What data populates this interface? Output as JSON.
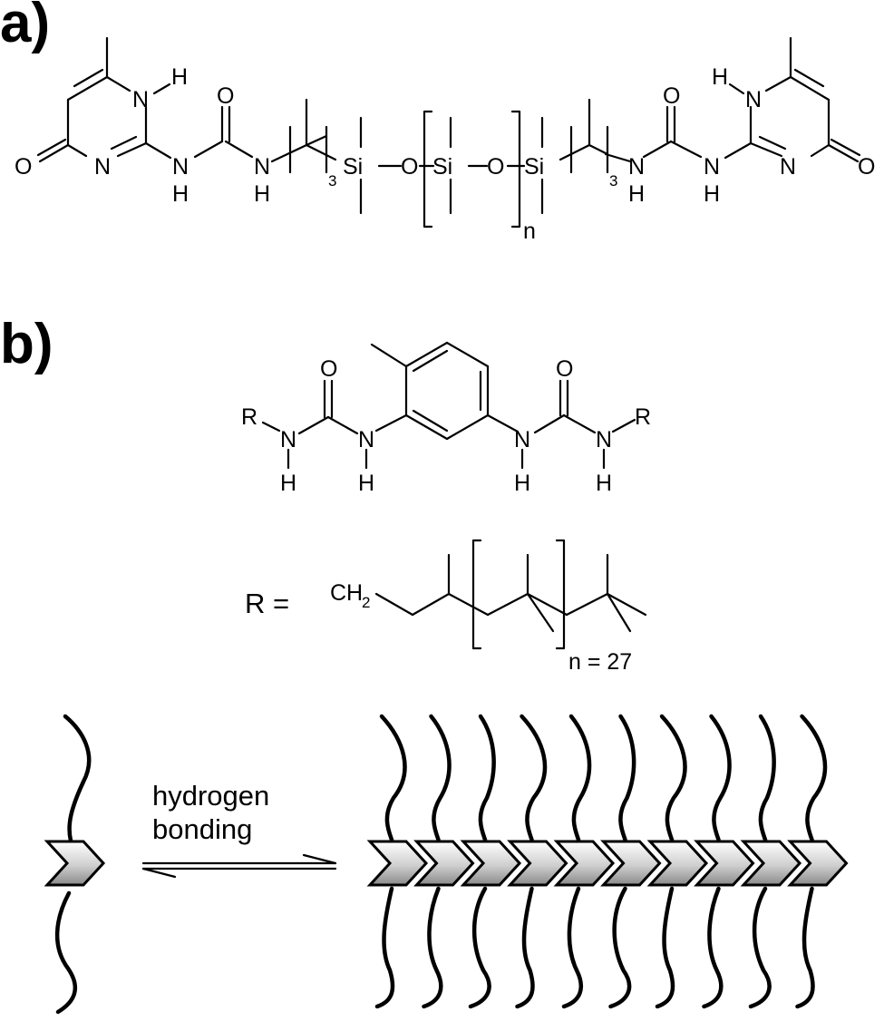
{
  "panels": {
    "a": "a)",
    "b": "b)"
  },
  "atoms": {
    "H": "H",
    "N": "N",
    "O": "O",
    "Si": "Si",
    "R": "R",
    "sub3": "3",
    "n": "n",
    "CH": "CH",
    "sub2": "2"
  },
  "labels": {
    "r_def": "R =",
    "n_value": "n = 27",
    "hb_line1": "hydrogen",
    "hb_line2": "bonding"
  },
  "colors": {
    "ink": "#000000",
    "chevron_light": "#ffffff",
    "chevron_dark": "#8a8a8a"
  }
}
